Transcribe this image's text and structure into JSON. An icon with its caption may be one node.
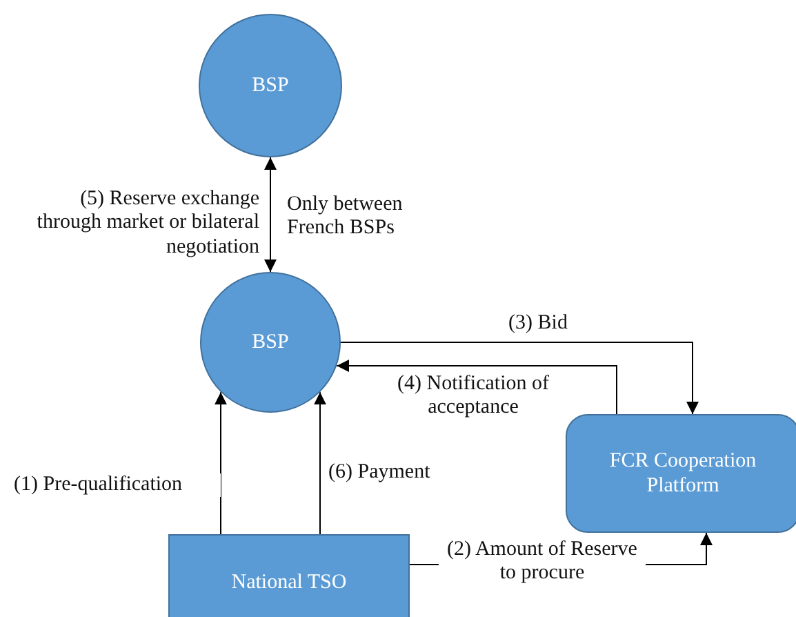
{
  "diagram": {
    "nodes": [
      {
        "text": [
          "BSP"
        ]
      },
      {
        "text": [
          "BSP"
        ]
      },
      {
        "text": [
          "FCR Cooperation Platform"
        ]
      },
      {
        "text": [
          "National TSO"
        ]
      }
    ],
    "edges": [
      {
        "from": 0,
        "to": 1,
        "arrow": "both",
        "label": "(5) Reserve exchange through market or bilateral negotiation"
      },
      {
        "from": 3,
        "to": 1,
        "arrow": "to",
        "label": "(1) Pre-qualification"
      },
      {
        "from": 3,
        "to": 2,
        "arrow": "to",
        "label": "(2) Amount of Reserve to procure"
      },
      {
        "from": 1,
        "to": 2,
        "arrow": "to",
        "label": "(3) Bid"
      },
      {
        "from": 2,
        "to": 1,
        "arrow": "to",
        "label": "(4) Notification of acceptance"
      },
      {
        "from": 3,
        "to": 1,
        "arrow": "to",
        "label": "(6) Payment"
      }
    ],
    "labels": [
      "Only between French BSPs"
    ]
  }
}
